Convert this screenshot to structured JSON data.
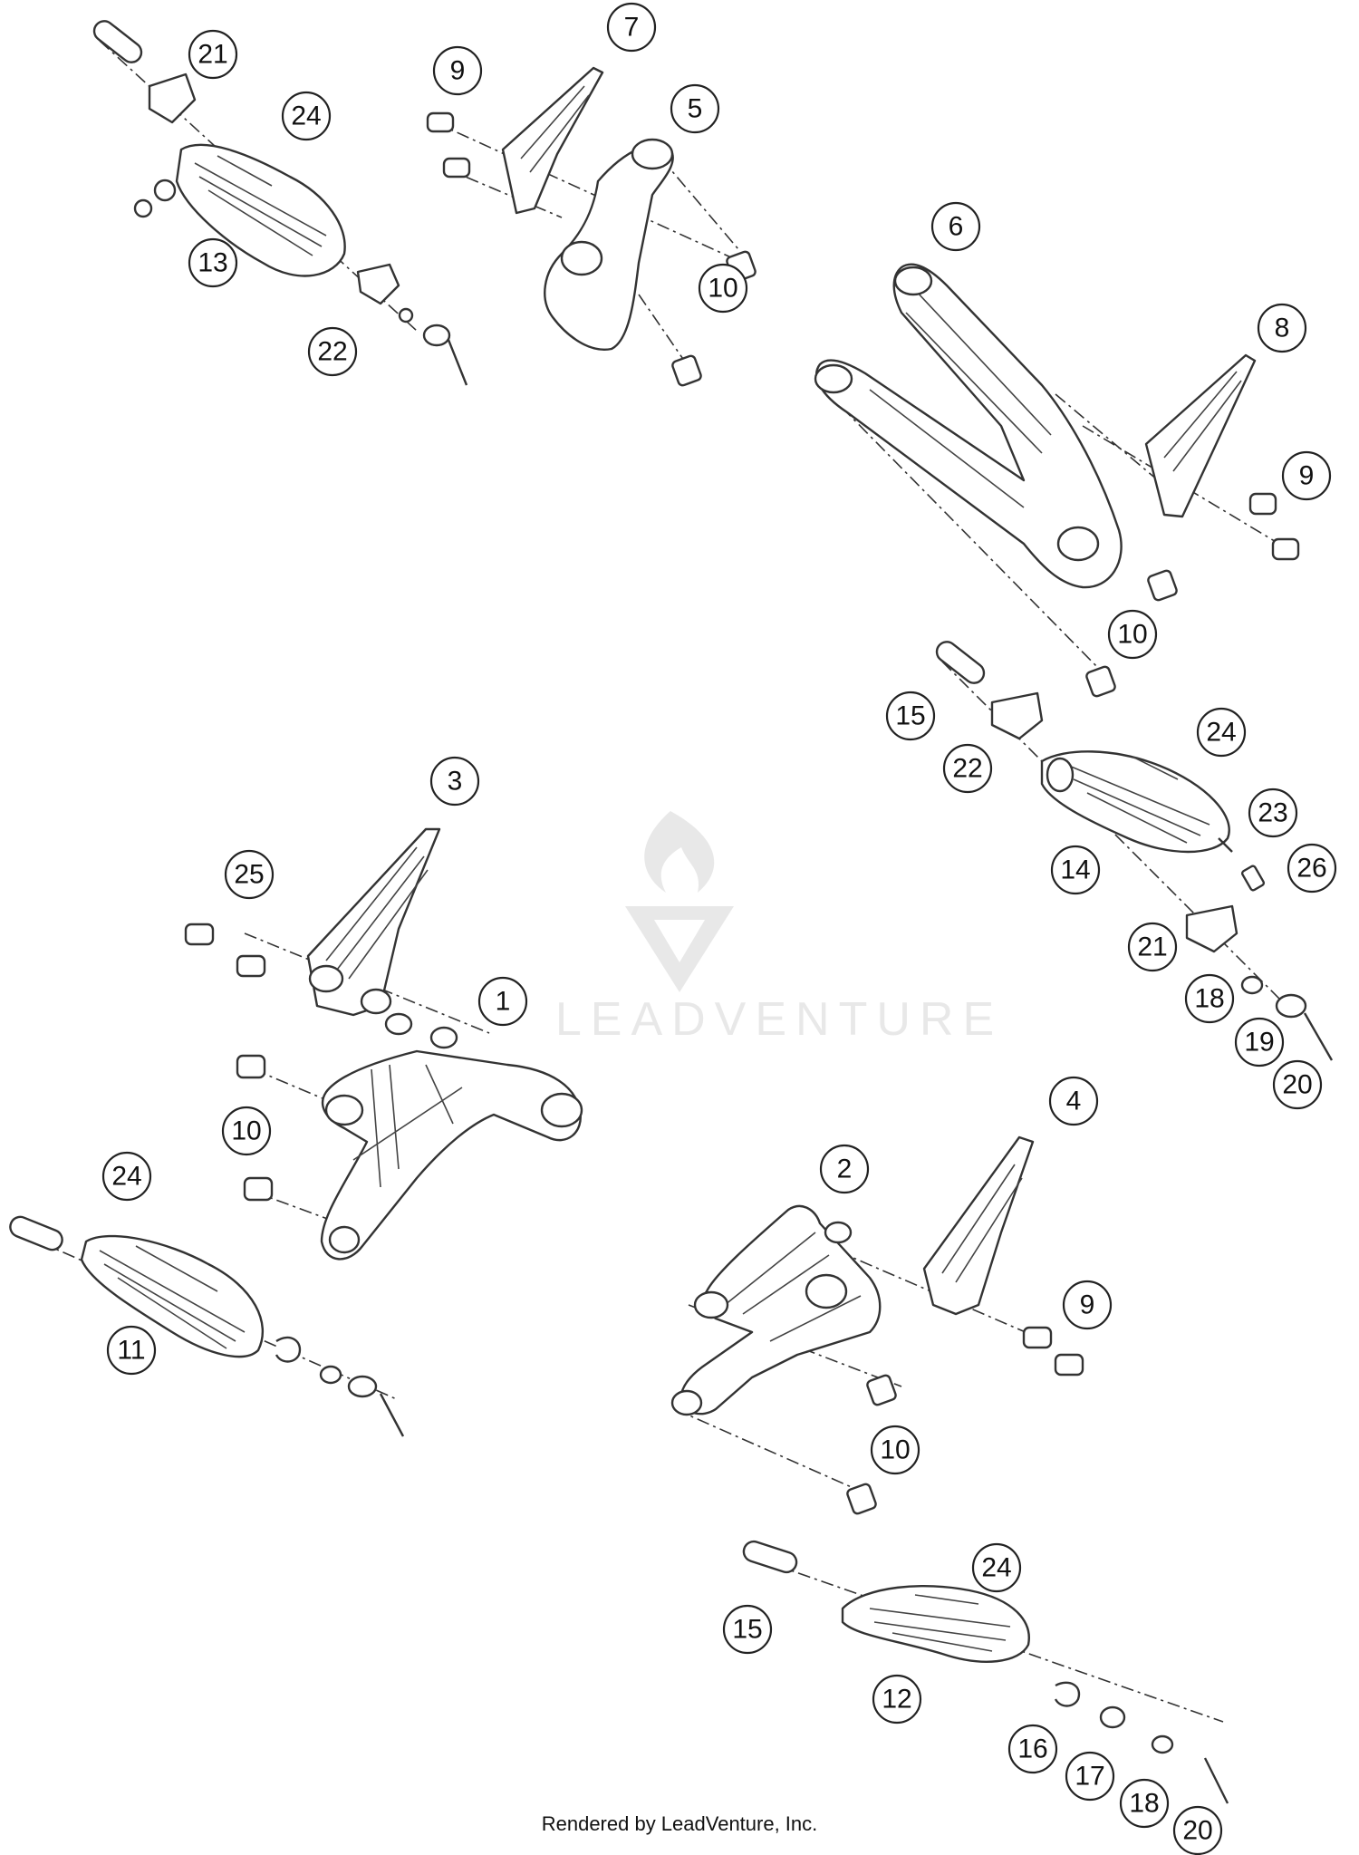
{
  "diagram": {
    "watermark": "LEADVENTURE",
    "footer": "Rendered by LeadVenture, Inc.",
    "callouts": [
      {
        "label": "21"
      },
      {
        "label": "24"
      },
      {
        "label": "13"
      },
      {
        "label": "22"
      },
      {
        "label": "9"
      },
      {
        "label": "7"
      },
      {
        "label": "5"
      },
      {
        "label": "10"
      },
      {
        "label": "6"
      },
      {
        "label": "8"
      },
      {
        "label": "9"
      },
      {
        "label": "10"
      },
      {
        "label": "15"
      },
      {
        "label": "22"
      },
      {
        "label": "24"
      },
      {
        "label": "23"
      },
      {
        "label": "14"
      },
      {
        "label": "26"
      },
      {
        "label": "21"
      },
      {
        "label": "18"
      },
      {
        "label": "19"
      },
      {
        "label": "20"
      },
      {
        "label": "3"
      },
      {
        "label": "25"
      },
      {
        "label": "1"
      },
      {
        "label": "10"
      },
      {
        "label": "24"
      },
      {
        "label": "11"
      },
      {
        "label": "4"
      },
      {
        "label": "2"
      },
      {
        "label": "9"
      },
      {
        "label": "10"
      },
      {
        "label": "24"
      },
      {
        "label": "15"
      },
      {
        "label": "12"
      },
      {
        "label": "16"
      },
      {
        "label": "17"
      },
      {
        "label": "18"
      },
      {
        "label": "20"
      }
    ]
  }
}
